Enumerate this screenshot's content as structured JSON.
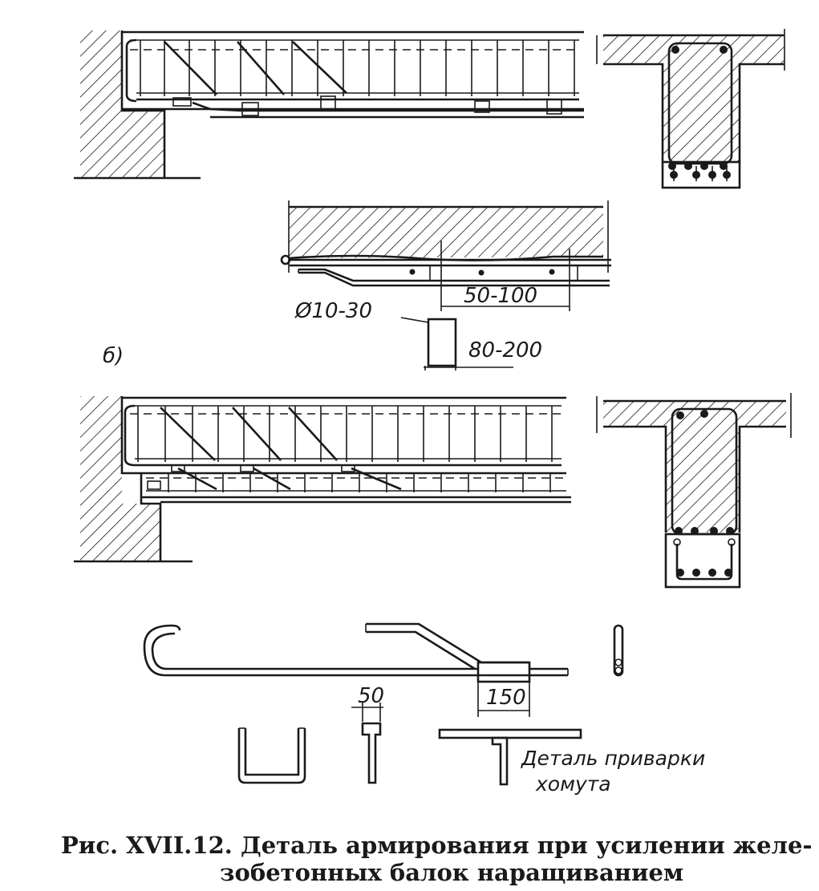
{
  "labels": {
    "variant_b": "б)",
    "bar_diameter": "Ø10-30",
    "weld_length": "50-100",
    "plate_width": "80-200",
    "dim_50": "50",
    "dim_150": "150",
    "detail_note_line1": "Деталь приварки",
    "detail_note_line2": "хомута"
  },
  "caption": {
    "line1": "Рис. XVII.12. Деталь армирования при усилении железобетонных балок наращиванием",
    "line1_display": "Рис. XVII.12. Деталь армирования при усилении желе-",
    "line2": "зобетонных балок наращиванием"
  }
}
